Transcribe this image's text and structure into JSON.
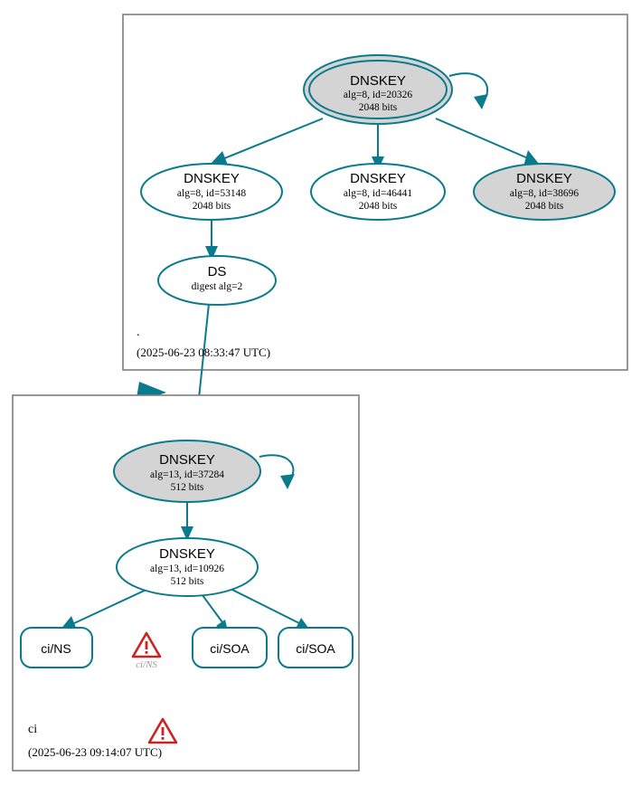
{
  "diagram": {
    "type": "dnssec-authentication-chain",
    "colors": {
      "edge": "#0a7b8c",
      "node_secure_fill": "#d4d4d4",
      "node_plain_fill": "#ffffff",
      "zone_border": "#7f7f7f",
      "warning": "#cc2222",
      "warning_label": "#999999"
    }
  },
  "zones": [
    {
      "id": "root",
      "name": ".",
      "timestamp": "(2025-06-23 08:33:47 UTC)",
      "nodes": [
        {
          "id": "root-ksk",
          "kind": "DNSKEY",
          "title": "DNSKEY",
          "line2": "alg=8, id=20326",
          "line3": "2048 bits",
          "trust_anchor": true,
          "secure": true,
          "self_signed": true
        },
        {
          "id": "root-zsk-53148",
          "kind": "DNSKEY",
          "title": "DNSKEY",
          "line2": "alg=8, id=53148",
          "line3": "2048 bits",
          "trust_anchor": false,
          "secure": false,
          "self_signed": false
        },
        {
          "id": "root-zsk-46441",
          "kind": "DNSKEY",
          "title": "DNSKEY",
          "line2": "alg=8, id=46441",
          "line3": "2048 bits",
          "trust_anchor": false,
          "secure": false,
          "self_signed": false
        },
        {
          "id": "root-zsk-38696",
          "kind": "DNSKEY",
          "title": "DNSKEY",
          "line2": "alg=8, id=38696",
          "line3": "2048 bits",
          "trust_anchor": false,
          "secure": true,
          "self_signed": false
        },
        {
          "id": "root-ds",
          "kind": "DS",
          "title": "DS",
          "line2": "digest alg=2",
          "line3": "",
          "trust_anchor": false,
          "secure": false,
          "self_signed": false
        }
      ]
    },
    {
      "id": "ci",
      "name": "ci",
      "timestamp": "(2025-06-23 09:14:07 UTC)",
      "has_warning": true,
      "nodes": [
        {
          "id": "ci-ksk",
          "kind": "DNSKEY",
          "title": "DNSKEY",
          "line2": "alg=13, id=37284",
          "line3": "512 bits",
          "trust_anchor": false,
          "secure": true,
          "self_signed": true
        },
        {
          "id": "ci-zsk",
          "kind": "DNSKEY",
          "title": "DNSKEY",
          "line2": "alg=13, id=10926",
          "line3": "512 bits",
          "trust_anchor": false,
          "secure": false,
          "self_signed": false
        }
      ],
      "rrsets": [
        {
          "id": "ci-ns",
          "label": "ci/NS"
        },
        {
          "id": "ci-soa-1",
          "label": "ci/SOA"
        },
        {
          "id": "ci-soa-2",
          "label": "ci/SOA"
        }
      ],
      "warnings": [
        {
          "id": "ci-ns-warning",
          "label": "ci/NS"
        }
      ]
    }
  ]
}
